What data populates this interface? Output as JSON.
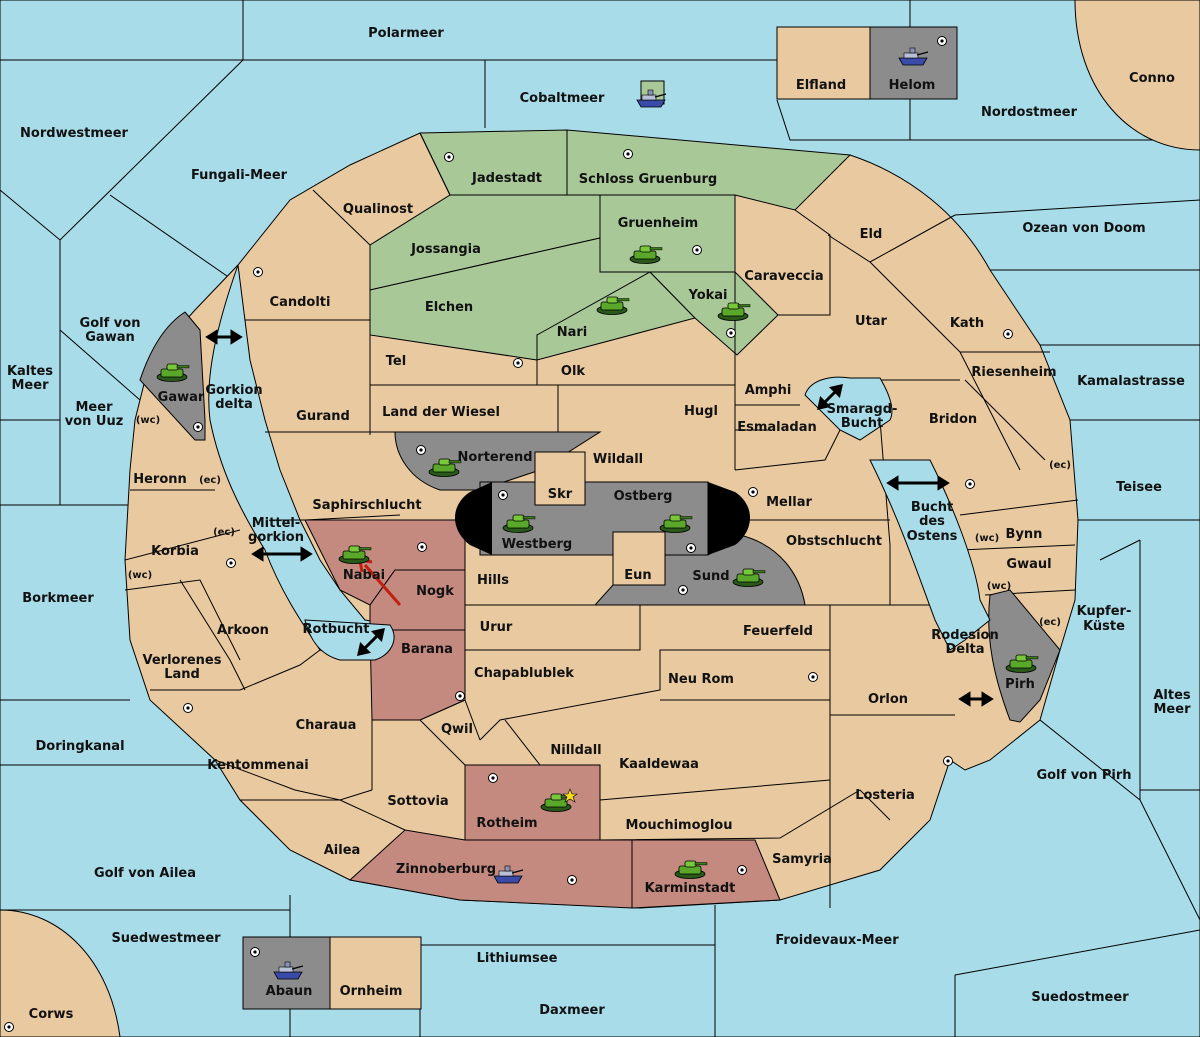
{
  "map": {
    "colors": {
      "sea": "#a8dce8",
      "land": "#e8c9a0",
      "green_power": "#a8c898",
      "grey_power": "#8c8c8c",
      "red_power": "#c48a80"
    },
    "regions": {
      "polarmeer": "Polarmeer",
      "cobaltmeer": "Cobaltmeer",
      "elfland": "Elfland",
      "helom": "Helom",
      "conno": "Conno",
      "nordwestmeer": "Nordwestmeer",
      "nordostmeer": "Nordostmeer",
      "fungali_meer": "Fungali-Meer",
      "jadestadt": "Jadestadt",
      "schloss_gruenburg": "Schloss Gruenburg",
      "qualinost": "Qualinost",
      "gruenheim": "Gruenheim",
      "jossangia": "Jossangia",
      "eld": "Eld",
      "ozean_von_doom": "Ozean von Doom",
      "caraveccia": "Caraveccia",
      "candolti": "Candolti",
      "elchen": "Elchen",
      "yokai": "Yokai",
      "nari": "Nari",
      "utar": "Utar",
      "kath": "Kath",
      "golf_von_gawan": "Golf von Gawan",
      "tel": "Tel",
      "olk": "Olk",
      "amphi": "Amphi",
      "riesenheim": "Riesenheim",
      "kaltes_meer": "Kaltes Meer",
      "kamalastrasse": "Kamalastrasse",
      "gawar": "Gawar",
      "gorkion_delta": "Gorkion delta",
      "meer_von_uuz": "Meer von Uuz",
      "land_der_wiesel": "Land der Wiesel",
      "hugl": "Hugl",
      "smaragd_bucht": "Smaragd-Bucht",
      "gurand": "Gurand",
      "bridon": "Bridon",
      "esmaladan": "Esmaladan",
      "norterend": "Norterend",
      "wildall": "Wildall",
      "heronn": "Heronn",
      "ec": "(ec)",
      "wc": "(wc)",
      "skr": "Skr",
      "ostberg": "Ostberg",
      "mellar": "Mellar",
      "saphirschlucht": "Saphirschlucht",
      "teisee": "Teisee",
      "bucht_des_ostens": "Bucht des Ostens",
      "mittelgorkion": "Mittel-gorkion",
      "westberg": "Westberg",
      "bynn": "Bynn",
      "obstschlucht": "Obstschlucht",
      "korbia": "Korbia",
      "nabai": "Nabai",
      "gwaul": "Gwaul",
      "eun": "Eun",
      "sund": "Sund",
      "hills": "Hills",
      "nogk": "Nogk",
      "borkmeer": "Borkmeer",
      "kupfer_kueste": "Kupfer-Küste",
      "urur": "Urur",
      "feuerfeld": "Feuerfeld",
      "arkoon": "Arkoon",
      "rotbucht": "Rotbucht",
      "rodesion_delta": "Rodesion Delta",
      "barana": "Barana",
      "verlorenes_land": "Verlorenes Land",
      "chapablublek": "Chapablublek",
      "pirh": "Pirh",
      "neu_rom": "Neu Rom",
      "altes_meer": "Altes Meer",
      "orlon": "Orlon",
      "qwil": "Qwil",
      "charaua": "Charaua",
      "doringkanal": "Doringkanal",
      "nilldall": "Nilldall",
      "kentommenai": "Kentommenai",
      "kaaldewaa": "Kaaldewaa",
      "golf_von_pirh": "Golf von Pirh",
      "sottovia": "Sottovia",
      "losteria": "Losteria",
      "rotheim": "Rotheim",
      "mouchimoglou": "Mouchimoglou",
      "ailea": "Ailea",
      "samyria": "Samyria",
      "golf_von_ailea": "Golf von Ailea",
      "zinnoberburg": "Zinnoberburg",
      "karminstadt": "Karminstadt",
      "suedwestmeer": "Suedwestmeer",
      "froidevaux_meer": "Froidevaux-Meer",
      "lithiumsee": "Lithiumsee",
      "abaun": "Abaun",
      "ornheim": "Ornheim",
      "suedostmeer": "Suedostmeer",
      "daxmeer": "Daxmeer",
      "corws": "Corws"
    },
    "units": {
      "armies": [
        "Gruenheim",
        "Nari",
        "Yokai",
        "Gawar",
        "Norterend",
        "Westberg",
        "Ostberg",
        "Nabai",
        "Sund",
        "Pirh",
        "Rotheim",
        "Karminstadt"
      ],
      "fleets": [
        "Helom",
        "Cobaltmeer",
        "Zinnoberburg",
        "Abaun"
      ]
    }
  }
}
